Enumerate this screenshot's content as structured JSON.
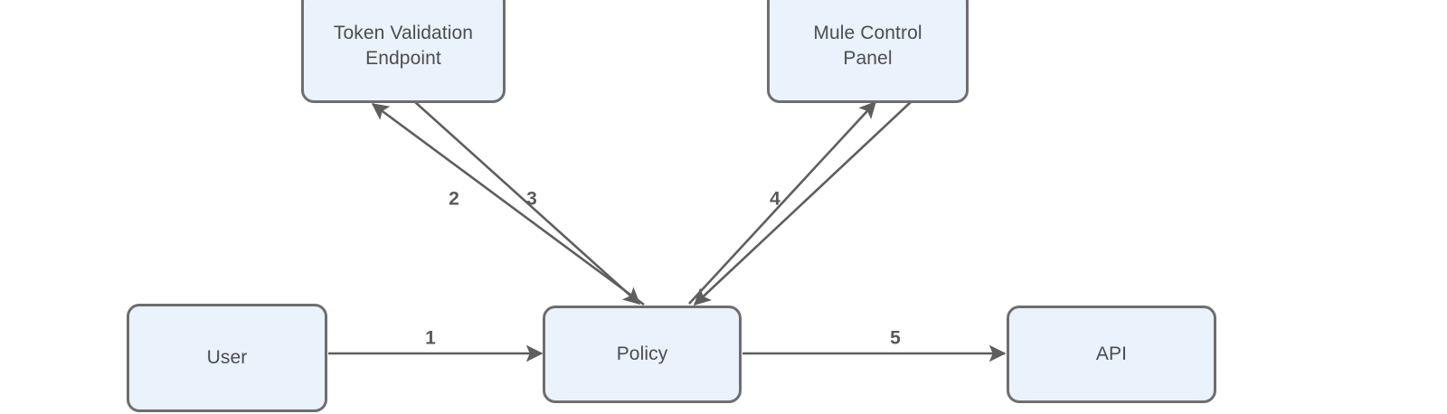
{
  "diagram": {
    "type": "flow-diagram",
    "background_color": "#ffffff",
    "node_fill_color": "#eaf2fb",
    "node_border_color": "#6e6e6e",
    "node_text_color": "#4d4d4d",
    "edge_color": "#5e5e5e",
    "edge_label_color": "#595959",
    "nodes": [
      {
        "id": "token-validation",
        "label": "Token Validation\nEndpoint"
      },
      {
        "id": "mule-control",
        "label": "Mule Control\nPanel"
      },
      {
        "id": "user",
        "label": "User"
      },
      {
        "id": "policy",
        "label": "Policy"
      },
      {
        "id": "api",
        "label": "API"
      }
    ],
    "edges": [
      {
        "id": "1",
        "label": "1",
        "from": "user",
        "to": "policy",
        "direction": "forward"
      },
      {
        "id": "2",
        "label": "2",
        "from": "policy",
        "to": "token-validation",
        "direction": "forward"
      },
      {
        "id": "3",
        "label": "3",
        "from": "token-validation",
        "to": "policy",
        "direction": "forward"
      },
      {
        "id": "4",
        "label": "4",
        "from": "policy",
        "to": "mule-control",
        "direction": "both"
      },
      {
        "id": "5",
        "label": "5",
        "from": "policy",
        "to": "api",
        "direction": "forward"
      }
    ]
  }
}
